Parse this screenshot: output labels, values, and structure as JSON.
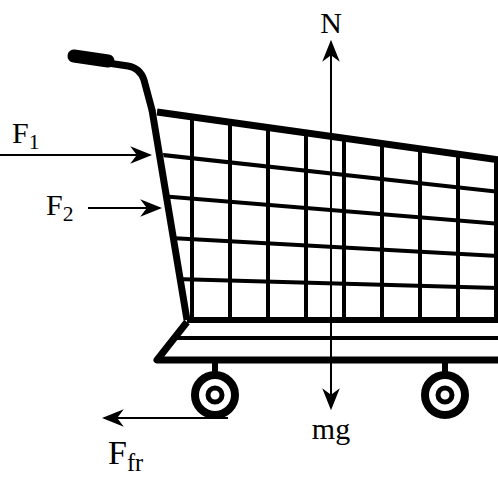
{
  "diagram": {
    "labels": [
      "N",
      "F1",
      "F2",
      "mg",
      "Ffr"
    ]
  }
}
